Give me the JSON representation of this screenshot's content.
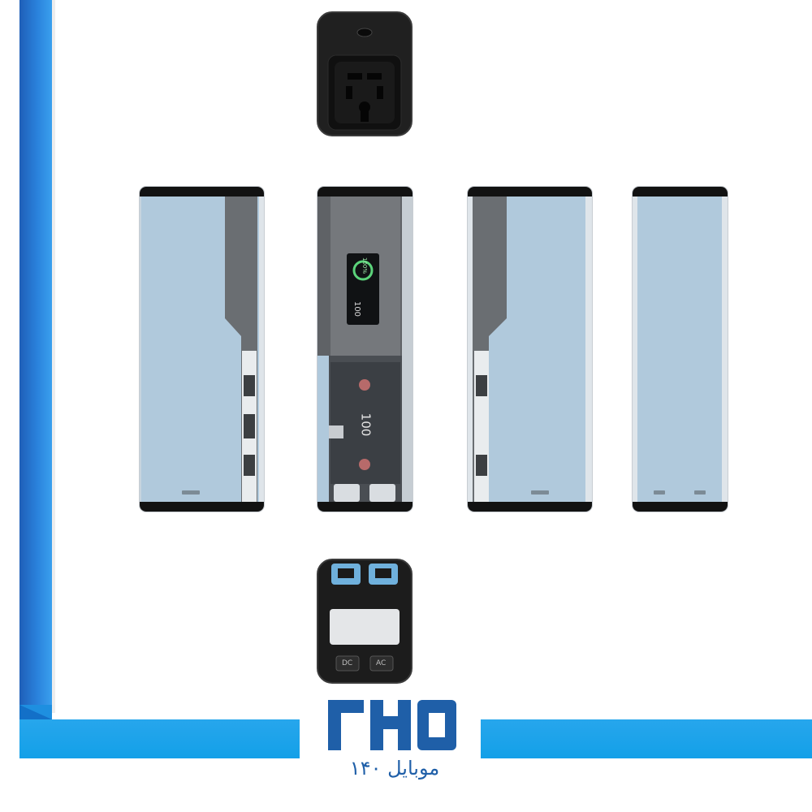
{
  "image": {
    "description_colors": {
      "frame_blue": "#2a82dc",
      "frame_light_blue": "#13a0e8",
      "device_blue": "#afc8db",
      "device_dark": "#121212"
    }
  },
  "device_front": {
    "screen_percent": "100%",
    "screen_value": "100",
    "pcb_label": "100"
  },
  "device_bottom": {
    "port_dc_label": "DC",
    "port_ac_label": "AC"
  },
  "brand": {
    "logo_text": "موبایل ۱۴۰"
  }
}
